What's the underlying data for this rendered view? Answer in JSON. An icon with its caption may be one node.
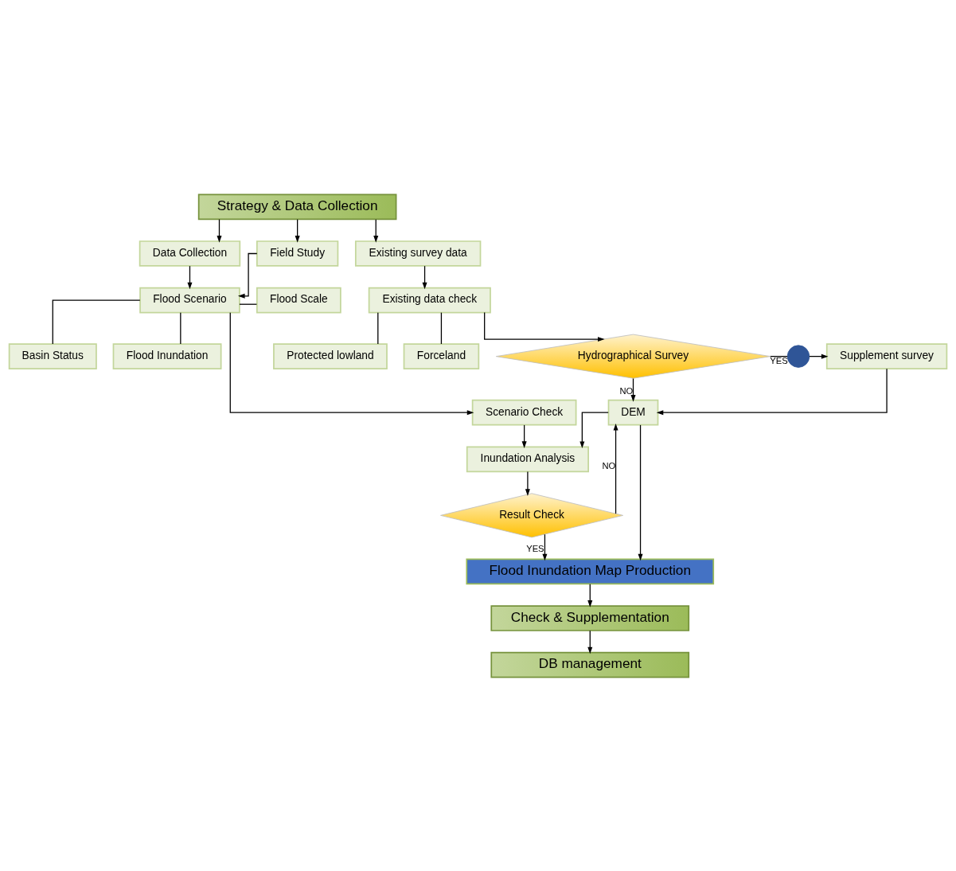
{
  "diagram": {
    "nodes": [
      {
        "text": [
          "Strategy & Data Collection"
        ]
      },
      {
        "text": [
          "Data Collection"
        ]
      },
      {
        "text": [
          "Field Study"
        ]
      },
      {
        "text": [
          "Existing survey data"
        ]
      },
      {
        "text": [
          "Basin Status"
        ]
      },
      {
        "text": [
          "Protected lowland"
        ]
      },
      {
        "text": [
          "Existing data check"
        ]
      },
      {
        "text": [
          "Flood Scenario"
        ]
      },
      {
        "text": [
          "Flood Scale"
        ]
      },
      {
        "text": [
          "Forceland"
        ]
      },
      {
        "text": [
          "Flood Inundation"
        ]
      },
      {
        "text": [
          "Scenario Check"
        ]
      },
      {
        "text": [
          "Hydrographical Survey"
        ]
      },
      {
        "text": [],
        "shape": "circle"
      },
      {
        "text": [
          "Supplement survey"
        ]
      },
      {
        "text": [
          "DEM"
        ]
      },
      {
        "text": [
          "Inundation Analysis"
        ]
      },
      {
        "text": [
          "Result Check"
        ]
      },
      {
        "text": [
          "Flood Inundation Map Production"
        ]
      },
      {
        "text": [
          "Check & Supplementation"
        ]
      },
      {
        "text": [
          "DB management"
        ]
      }
    ],
    "edges": [
      {
        "from": 0,
        "to": 1,
        "arrow": "to"
      },
      {
        "from": 0,
        "to": 2,
        "arrow": "to"
      },
      {
        "from": 0,
        "to": 3,
        "arrow": "to"
      },
      {
        "from": 1,
        "to": 7,
        "arrow": "to"
      },
      {
        "from": 2,
        "to": 7,
        "arrow": "to"
      },
      {
        "from": 3,
        "to": 6,
        "arrow": "to"
      },
      {
        "from": 7,
        "to": 4,
        "arrow": "none"
      },
      {
        "from": 7,
        "to": 8,
        "arrow": "none"
      },
      {
        "from": 7,
        "to": 10,
        "arrow": "none"
      },
      {
        "from": 6,
        "to": 5,
        "arrow": "none"
      },
      {
        "from": 6,
        "to": 9,
        "arrow": "none"
      },
      {
        "from": 7,
        "to": 11,
        "arrow": "to"
      },
      {
        "from": 6,
        "to": 12,
        "arrow": "to"
      },
      {
        "from": 12,
        "to": 13,
        "arrow": "none",
        "label": "YES"
      },
      {
        "from": 13,
        "to": 14,
        "arrow": "to"
      },
      {
        "from": 12,
        "to": 15,
        "arrow": "to",
        "label": "NO"
      },
      {
        "from": 14,
        "to": 15,
        "arrow": "to"
      },
      {
        "from": 11,
        "to": 16,
        "arrow": "to"
      },
      {
        "from": 15,
        "to": 16,
        "arrow": "to"
      },
      {
        "from": 16,
        "to": 17,
        "arrow": "to"
      },
      {
        "from": 17,
        "to": 15,
        "arrow": "to",
        "label": "NO"
      },
      {
        "from": 17,
        "to": 18,
        "arrow": "to",
        "label": "YES"
      },
      {
        "from": 15,
        "to": 18,
        "arrow": "to"
      },
      {
        "from": 18,
        "to": 19,
        "arrow": "to"
      },
      {
        "from": 19,
        "to": 20,
        "arrow": "to"
      }
    ]
  }
}
